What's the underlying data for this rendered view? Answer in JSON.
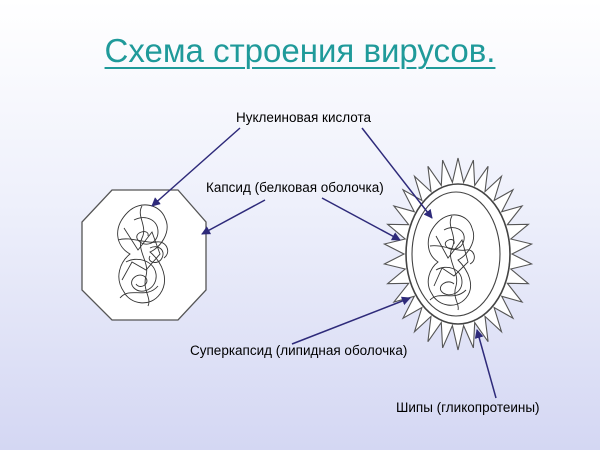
{
  "title": "Схема строения вирусов.",
  "labels": {
    "nucleic_acid": "Нуклеиновая кислота",
    "capsid": "Капсид (белковая оболочка)",
    "supercapsid": "Суперкапсид (липидная оболочка)",
    "spikes": "Шипы (гликопротеины)"
  },
  "colors": {
    "title": "#1f9a9a",
    "arrows": "#2e2a7a",
    "outline": "#444444"
  }
}
